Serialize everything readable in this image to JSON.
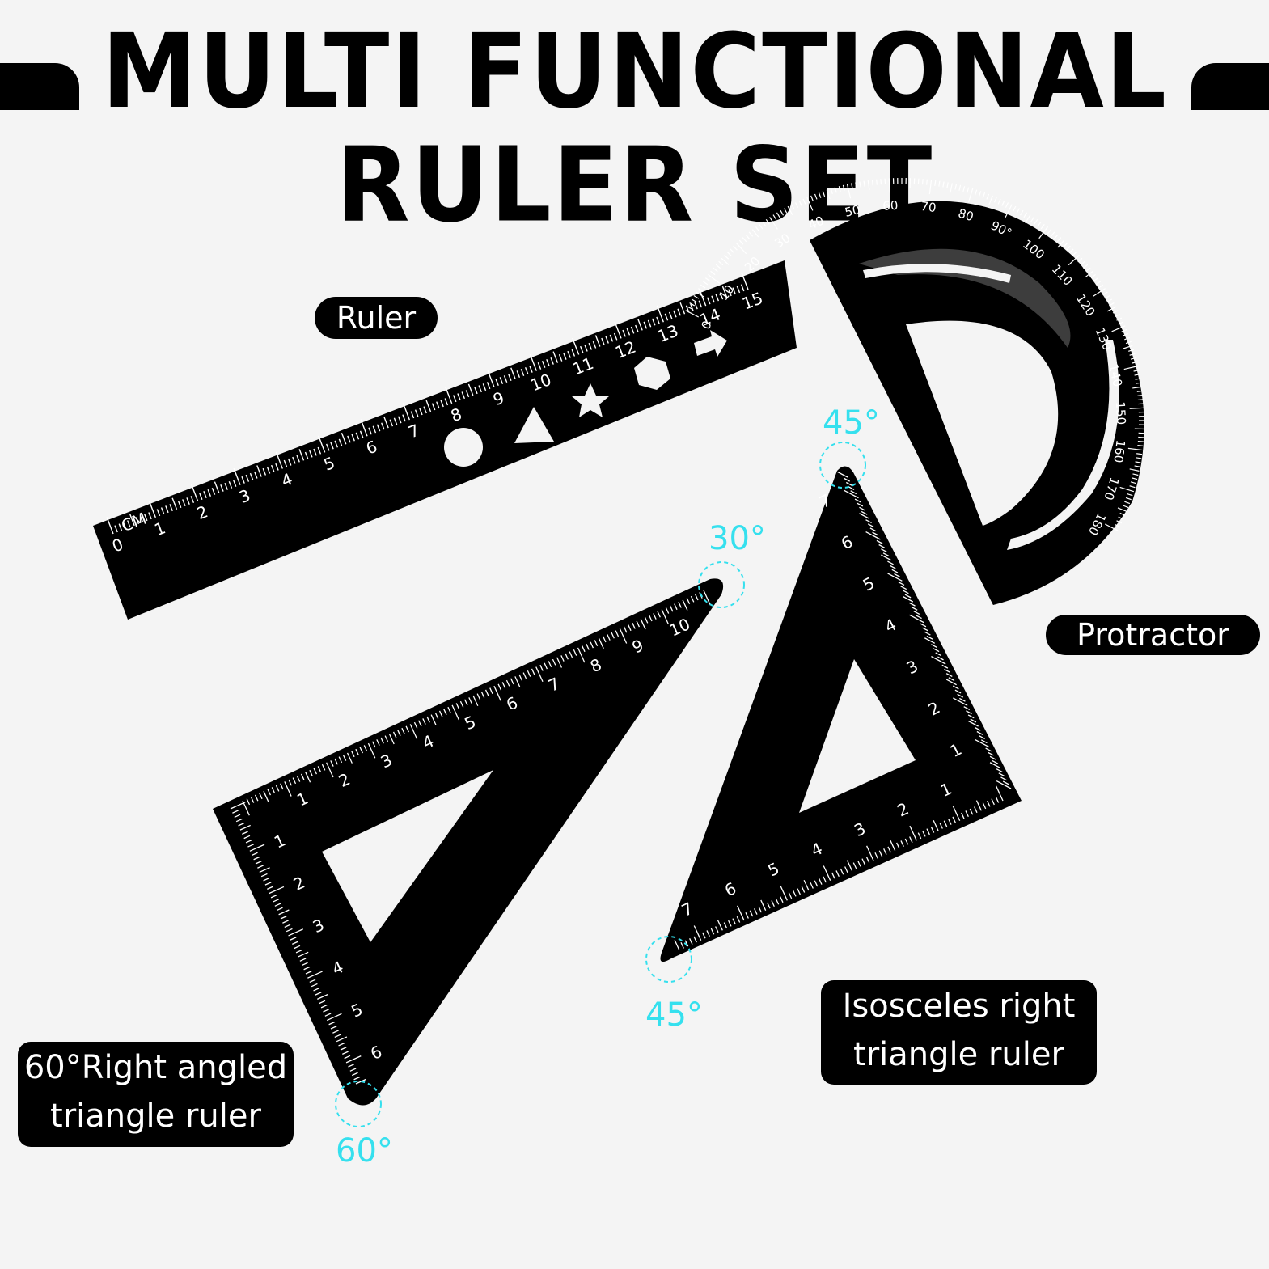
{
  "title": "MULTI FUNCTIONAL RULER SET",
  "labels": {
    "ruler": "Ruler",
    "protractor": "Protractor",
    "isosceles_line1": "Isosceles right",
    "isosceles_line2": "triangle ruler",
    "sixty_line1": "60°Right angled",
    "sixty_line2": "triangle ruler"
  },
  "angles": {
    "iso_top": "45°",
    "iso_bottom": "45°",
    "sixty_tip": "30°",
    "sixty_bottom": "60°"
  },
  "ruler_marks": [
    "0",
    "CM",
    "1",
    "2",
    "3",
    "4",
    "5",
    "6",
    "7",
    "8",
    "9",
    "10",
    "11",
    "12",
    "13",
    "14",
    "15"
  ],
  "protractor_outer": [
    "0",
    "10",
    "20",
    "30",
    "40",
    "50",
    "60",
    "70",
    "80",
    "90°",
    "100",
    "110",
    "120",
    "130",
    "140",
    "150",
    "160",
    "170",
    "180"
  ],
  "colors": {
    "background": "#f4f4f4",
    "tool": "#000000",
    "angle_marker": "#35e0ee"
  }
}
